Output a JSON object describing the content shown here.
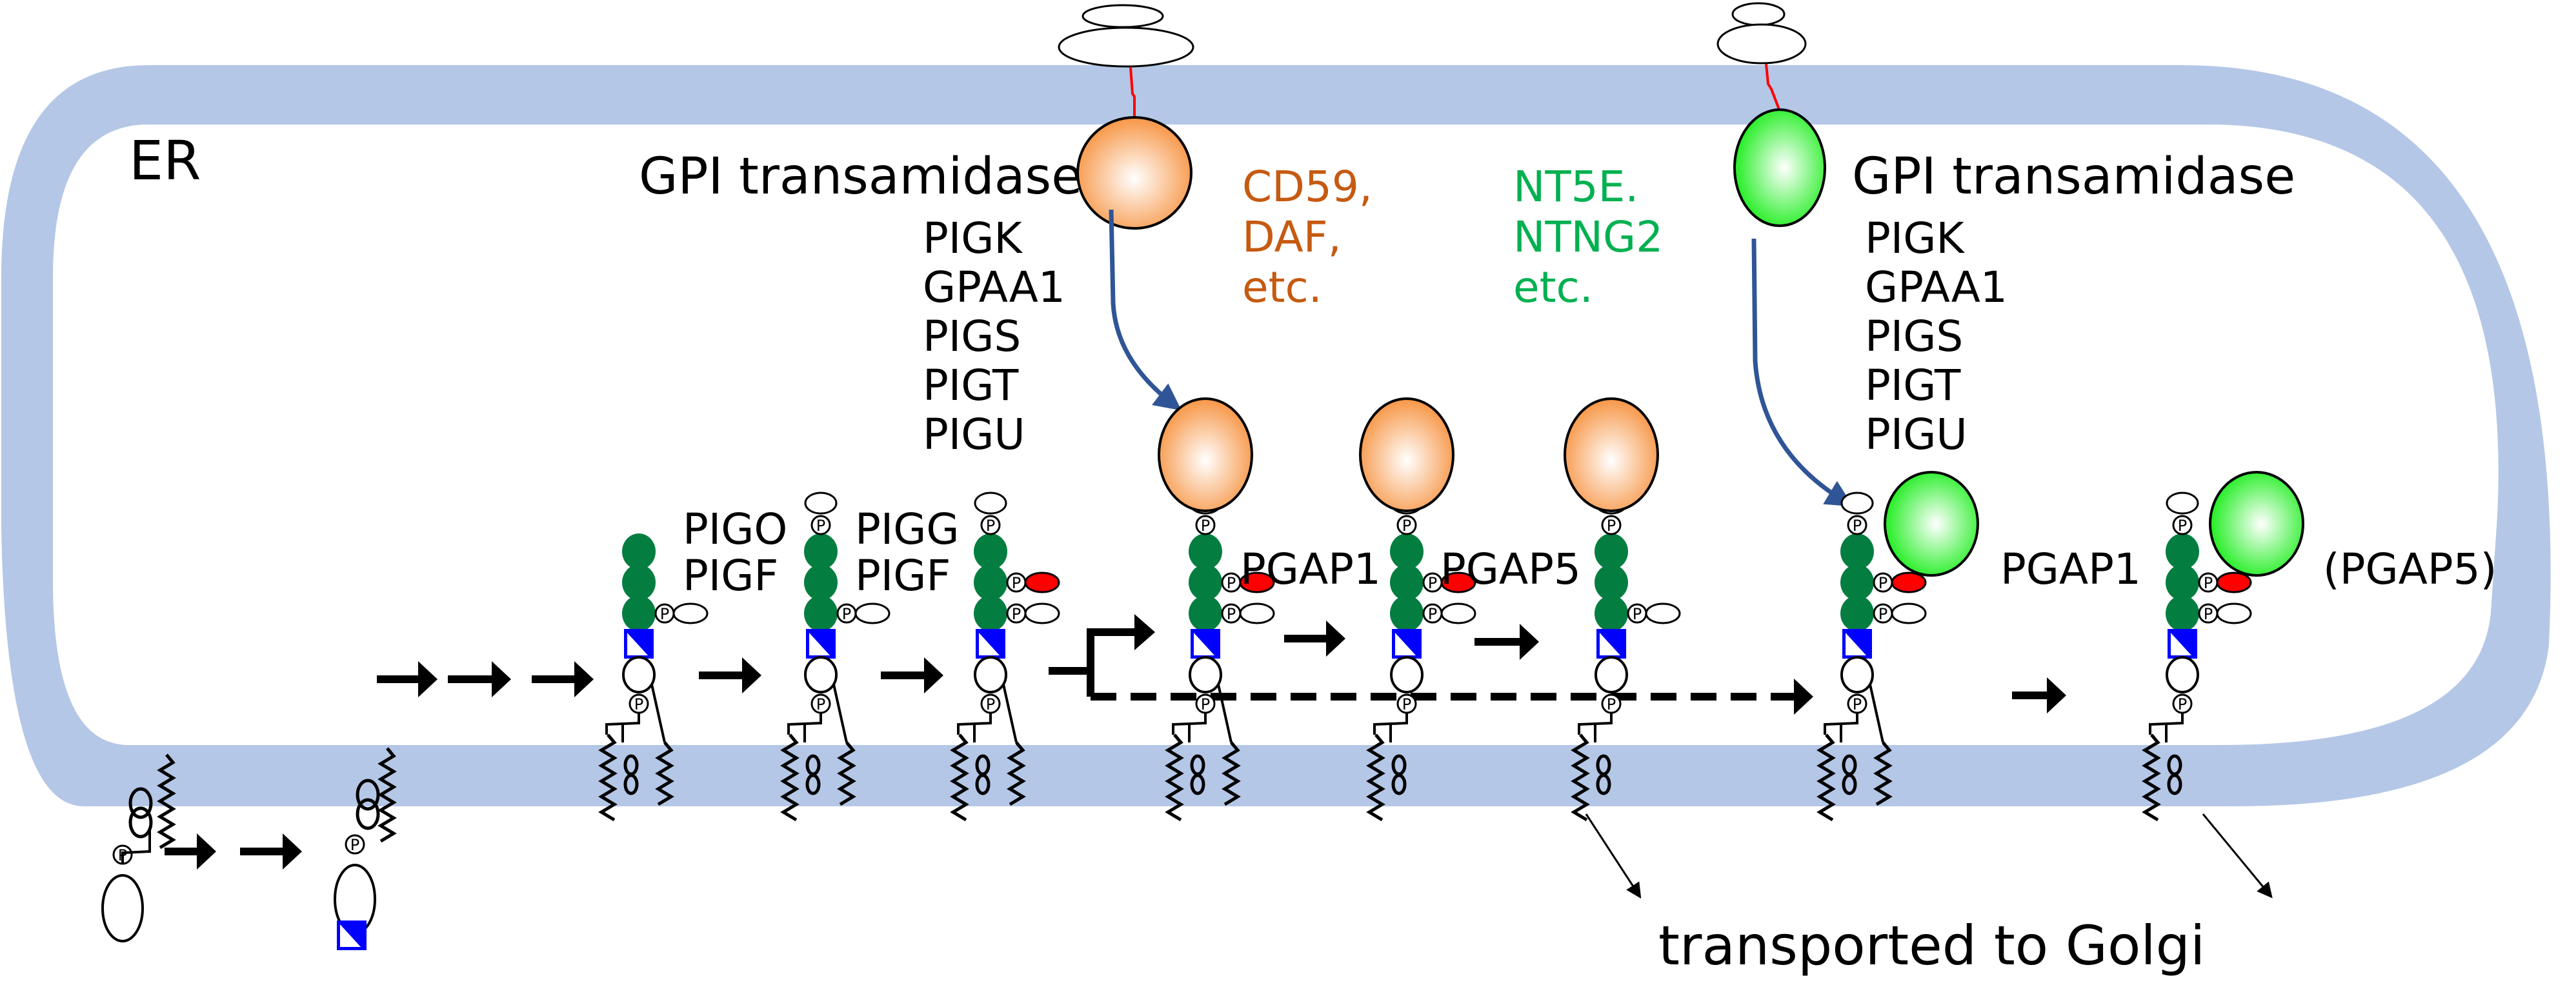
{
  "compartment": {
    "label": "ER",
    "membrane_color": "#b4c7e7"
  },
  "colors": {
    "mannose_green": "#047e40",
    "glcn_blue": "#0000ff",
    "etnp_red": "#ff0000",
    "protein_orange": "#f79646",
    "protein_green": "#22ee22",
    "arrow_blue": "#2f5597",
    "cd59_text": "#c55a11",
    "nt5e_text": "#00b050"
  },
  "transamidase_left": {
    "title": "GPI transamidase",
    "subunits": [
      "PIGK",
      "GPAA1",
      "PIGS",
      "PIGT",
      "PIGU"
    ]
  },
  "transamidase_right": {
    "title": "GPI transamidase",
    "subunits": [
      "PIGK",
      "GPAA1",
      "PIGS",
      "PIGT",
      "PIGU"
    ]
  },
  "substrates_orange": {
    "lines": [
      "CD59,",
      "DAF,",
      "etc."
    ]
  },
  "substrates_green": {
    "lines": [
      "NT5E.",
      "NTNG2",
      "etc."
    ]
  },
  "enzymes": {
    "step_pigo_1": "PIGO",
    "step_pigo_2": "PIGF",
    "step_pigg_1": "PIGG",
    "step_pigg_2": "PIGF",
    "pgap1_left": "PGAP1",
    "pgap5_left": "PGAP5",
    "pgap1_right": "PGAP1",
    "pgap5_right": "(PGAP5)"
  },
  "phosphate_symbol": "P",
  "bottom_label": "transported to Golgi"
}
